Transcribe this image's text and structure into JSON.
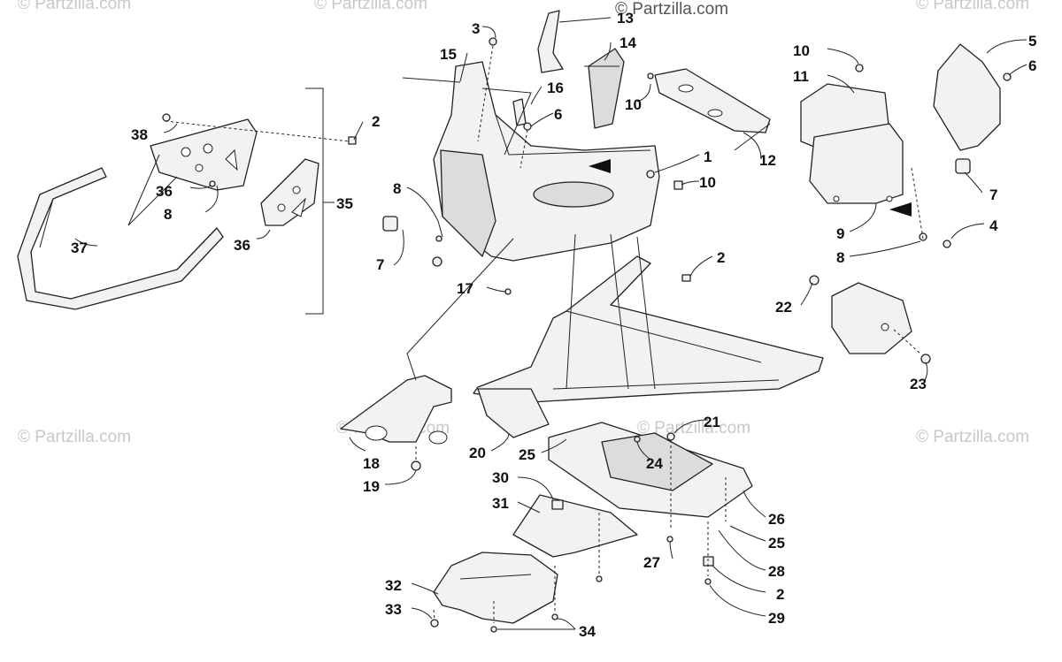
{
  "watermark": {
    "text": "© Partzilla.com"
  },
  "callouts": [
    {
      "id": "c1",
      "label": "1"
    },
    {
      "id": "c2a",
      "label": "2"
    },
    {
      "id": "c2b",
      "label": "2"
    },
    {
      "id": "c2c",
      "label": "2"
    },
    {
      "id": "c3",
      "label": "3"
    },
    {
      "id": "c4",
      "label": "4"
    },
    {
      "id": "c5",
      "label": "5"
    },
    {
      "id": "c6a",
      "label": "6"
    },
    {
      "id": "c6b",
      "label": "6"
    },
    {
      "id": "c7a",
      "label": "7"
    },
    {
      "id": "c7b",
      "label": "7"
    },
    {
      "id": "c8a",
      "label": "8"
    },
    {
      "id": "c8b",
      "label": "8"
    },
    {
      "id": "c8c",
      "label": "8"
    },
    {
      "id": "c9",
      "label": "9"
    },
    {
      "id": "c10a",
      "label": "10"
    },
    {
      "id": "c10b",
      "label": "10"
    },
    {
      "id": "c10c",
      "label": "10"
    },
    {
      "id": "c11",
      "label": "11"
    },
    {
      "id": "c12",
      "label": "12"
    },
    {
      "id": "c13",
      "label": "13"
    },
    {
      "id": "c14",
      "label": "14"
    },
    {
      "id": "c15",
      "label": "15"
    },
    {
      "id": "c16",
      "label": "16"
    },
    {
      "id": "c17",
      "label": "17"
    },
    {
      "id": "c18",
      "label": "18"
    },
    {
      "id": "c19",
      "label": "19"
    },
    {
      "id": "c20",
      "label": "20"
    },
    {
      "id": "c21",
      "label": "21"
    },
    {
      "id": "c22",
      "label": "22"
    },
    {
      "id": "c23",
      "label": "23"
    },
    {
      "id": "c24",
      "label": "24"
    },
    {
      "id": "c25a",
      "label": "25"
    },
    {
      "id": "c25b",
      "label": "25"
    },
    {
      "id": "c26",
      "label": "26"
    },
    {
      "id": "c27",
      "label": "27"
    },
    {
      "id": "c28",
      "label": "28"
    },
    {
      "id": "c29",
      "label": "29"
    },
    {
      "id": "c30",
      "label": "30"
    },
    {
      "id": "c31",
      "label": "31"
    },
    {
      "id": "c32",
      "label": "32"
    },
    {
      "id": "c33",
      "label": "33"
    },
    {
      "id": "c34",
      "label": "34"
    },
    {
      "id": "c35",
      "label": "35"
    },
    {
      "id": "c36a",
      "label": "36"
    },
    {
      "id": "c36b",
      "label": "36"
    },
    {
      "id": "c37",
      "label": "37"
    },
    {
      "id": "c38",
      "label": "38"
    }
  ]
}
